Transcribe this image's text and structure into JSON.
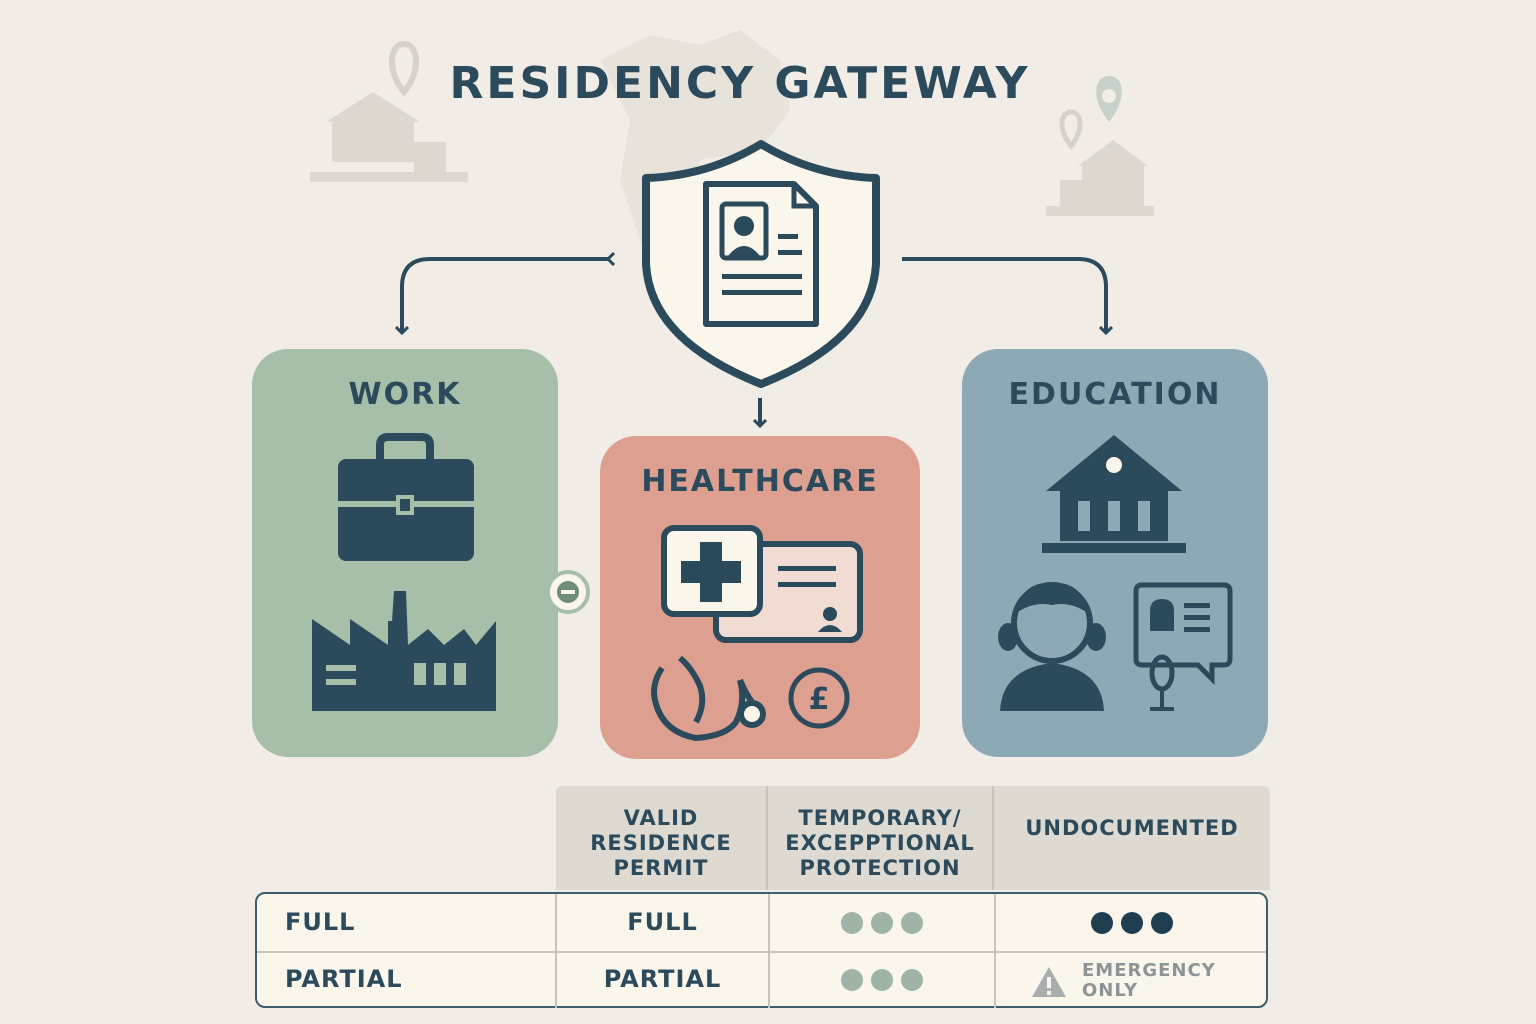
{
  "title": "RESIDENCY GATEWAY",
  "colors": {
    "background": "#f1ede6",
    "ink": "#2b4a5c",
    "work": "#a7bea8",
    "healthcare": "#dc9f90",
    "education": "#8ea9b6",
    "shield_fill": "#fbf6ec",
    "muted_dot": "#9fb3a6",
    "dark_dot": "#1f3e50"
  },
  "gateway": {
    "icon": "shield-id-document-icon"
  },
  "cards": [
    {
      "key": "work",
      "title": "WORK",
      "icons": [
        "briefcase-icon",
        "factory-icon"
      ]
    },
    {
      "key": "healthcare",
      "title": "HEALTHCARE",
      "icons": [
        "medical-card-icon",
        "id-card-icon",
        "stethoscope-icon",
        "pound-coin-icon"
      ]
    },
    {
      "key": "education",
      "title": "EDUCATION",
      "icons": [
        "school-icon",
        "student-icon",
        "speech-id-icon"
      ]
    }
  ],
  "table": {
    "columns": [
      "VALID\nRESIDENCE\nPERMIT",
      "TEMPORARY/\nEXCEPPTIONAL\nPROTECTION",
      "UNDOCUMENTED"
    ],
    "rows": [
      {
        "label": "FULL",
        "valid": "FULL",
        "temporary": "dots-muted",
        "undocumented": "dots-dark"
      },
      {
        "label": "PARTIAL",
        "valid": "PARTIAL",
        "temporary": "dots-muted",
        "undocumented": "EMERGENCY\nONLY"
      }
    ]
  }
}
